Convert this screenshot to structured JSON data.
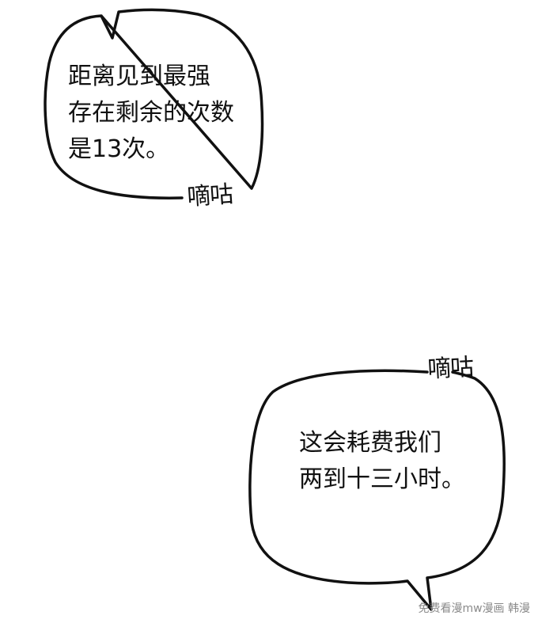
{
  "panel": {
    "bubble_top": {
      "lines": [
        "距离见到最强",
        "存在剩余的次数",
        "是13次。"
      ]
    },
    "sfx_top": "嘀咕",
    "bubble_bottom": {
      "lines": [
        "这会耗费我们",
        "两到十三小时。"
      ]
    },
    "sfx_bottom": "嘀咕",
    "watermark": "免费看漫mw漫画 韩漫"
  }
}
